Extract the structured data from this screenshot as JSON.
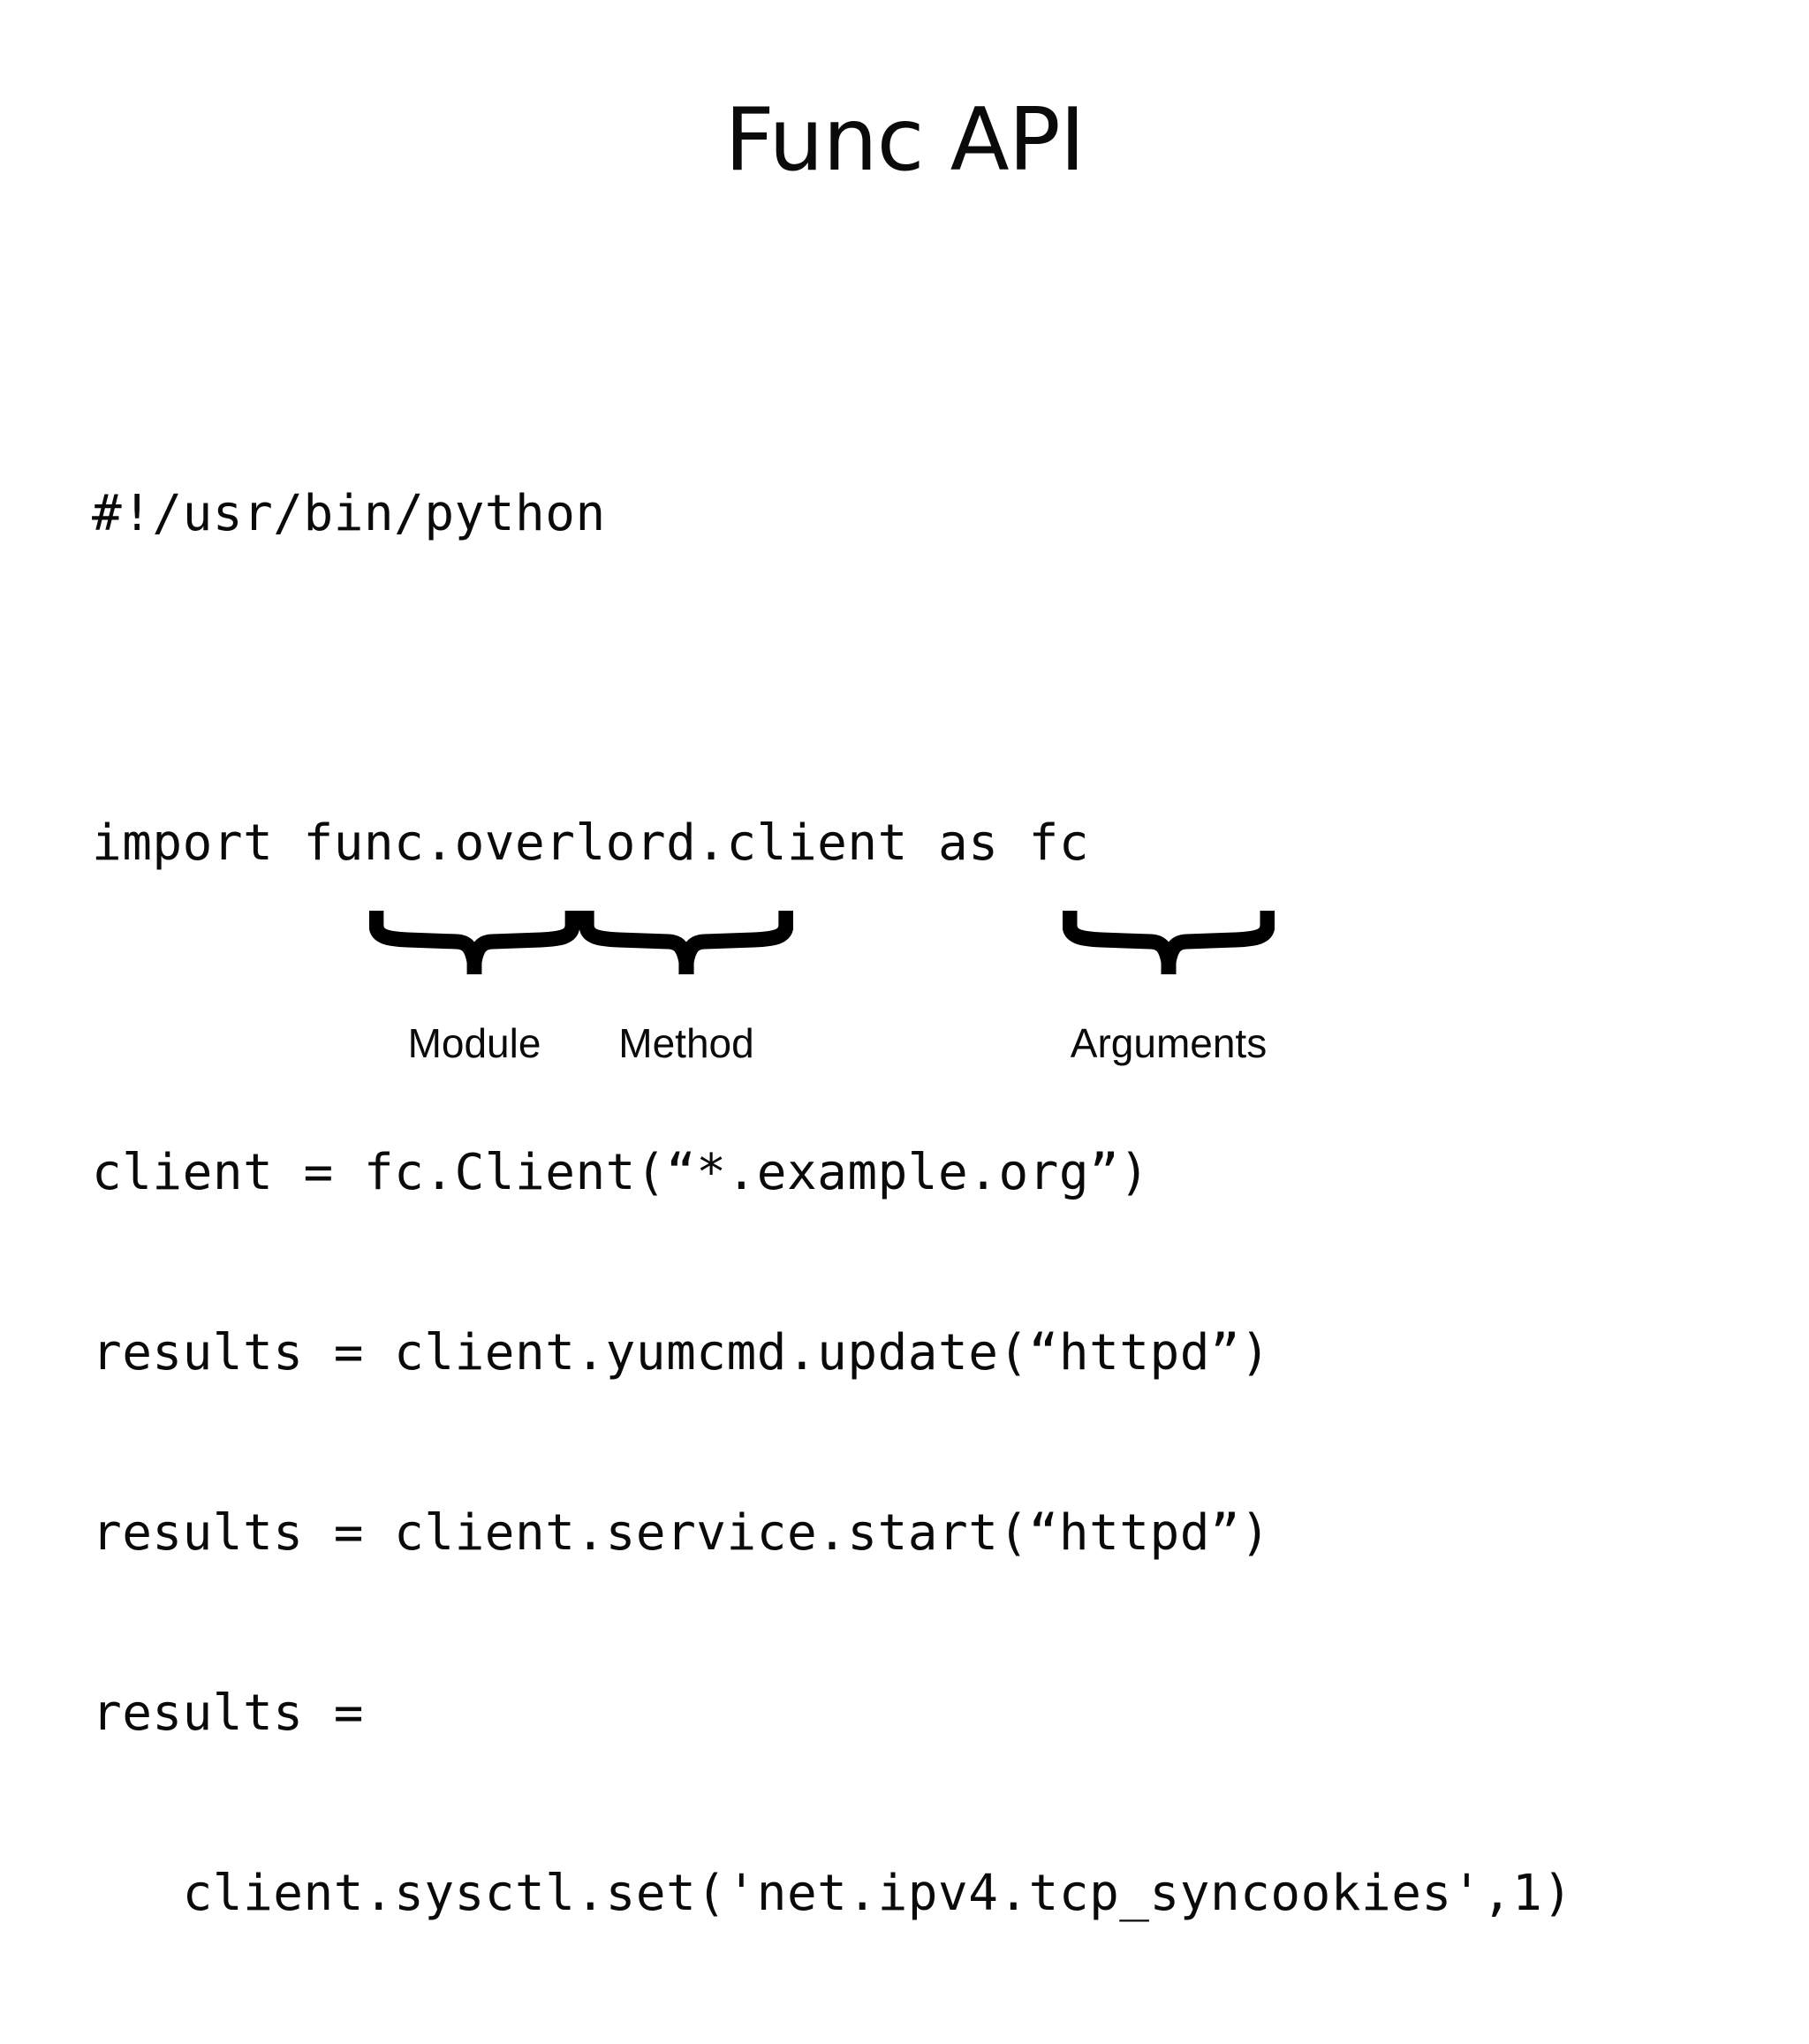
{
  "slide": {
    "title": "Func API",
    "background_color": "#ffffff",
    "text_color": "#0a0a0a"
  },
  "code": {
    "lines": [
      "#!/usr/bin/python",
      "",
      "import func.overlord.client as fc",
      "",
      "client = fc.Client(“*.example.org”)",
      "results = client.yumcmd.update(“httpd”)",
      "results = client.service.start(“httpd”)",
      "results =",
      "   client.sysctl.set('net.ipv4.tcp_syncookies',1)"
    ]
  },
  "annotations": {
    "braces": [
      {
        "name": "module-brace",
        "label": "Module"
      },
      {
        "name": "method-brace",
        "label": "Method"
      },
      {
        "name": "arguments-brace",
        "label": "Arguments"
      }
    ]
  }
}
